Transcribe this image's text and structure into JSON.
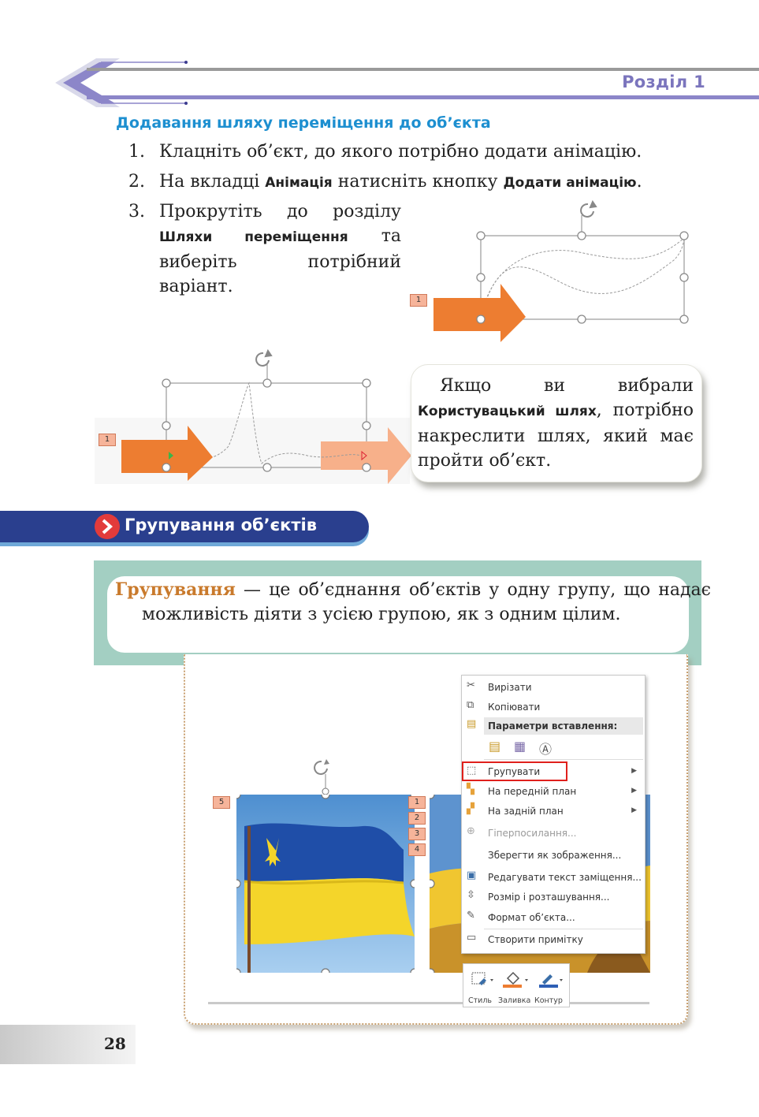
{
  "header": {
    "chapter": "Розділ 1"
  },
  "section_motion": {
    "heading": "Додавання шляху переміщення до об’єкта",
    "steps": [
      {
        "num": "1.",
        "text": "Клацніть об’єкт, до якого потрібно додати анімацію."
      },
      {
        "num": "2.",
        "pre": "На вкладці ",
        "bold1": "Анімація",
        "mid": " натисніть кнопку ",
        "bold2": "Додати анімацію",
        "post": "."
      },
      {
        "num": "3.",
        "pre": "Прокрутіть до розділу ",
        "bold": "Шляхи переміщення",
        "post": " та виберіть потрібний варіант."
      }
    ],
    "figure_tags": [
      "1",
      "1"
    ]
  },
  "callout": {
    "pre": "Якщо ви вибрали ",
    "bold": "Користувацький шлях",
    "post": ", потрібно накреслити шлях, який має пройти об’єкт."
  },
  "section_group": {
    "banner": "Групування об’єктів"
  },
  "definition": {
    "term": "Групування",
    "text": " — це об’єднання об’єктів у одну групу, що надає можливість діяти з усією групою, як з одним цілим."
  },
  "context_menu": {
    "items": [
      {
        "label": "Вирізати",
        "icon": "scissors-icon"
      },
      {
        "label": "Копіювати",
        "icon": "copy-icon"
      },
      {
        "label": "Параметри вставлення:",
        "icon": "paste-icon"
      },
      {
        "label": "Групувати",
        "icon": "group-icon"
      },
      {
        "label": "На передній план",
        "icon": "bring-front-icon"
      },
      {
        "label": "На задній план",
        "icon": "send-back-icon"
      },
      {
        "label": "Гіперпосилання...",
        "icon": "hyperlink-icon"
      },
      {
        "label": "Зберегти як зображення...",
        "icon": ""
      },
      {
        "label": "Редагувати текст заміщення...",
        "icon": "alt-text-icon"
      },
      {
        "label": "Розмір і розташування...",
        "icon": "size-icon"
      },
      {
        "label": "Формат об’єкта...",
        "icon": "format-icon"
      },
      {
        "label": "Створити примітку",
        "icon": "comment-icon"
      }
    ],
    "highlight_color": "#e0201c"
  },
  "mini_toolbar": {
    "style": "Стиль",
    "fill": "Заливка",
    "outline": "Контур"
  },
  "object_tags": [
    "5",
    "1",
    "2",
    "3",
    "4"
  ],
  "colors": {
    "accent_blue": "#1d8fd0",
    "chapter_purple": "#7b75bd",
    "banner_blue": "#2a3f8e",
    "term_orange": "#c97a2c",
    "arrow_orange": "#ed7d31"
  },
  "page_number": "28"
}
